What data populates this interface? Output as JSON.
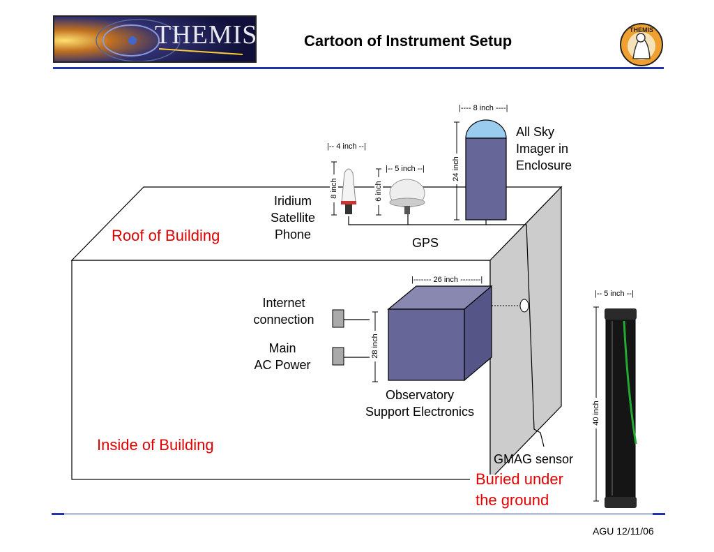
{
  "header": {
    "logo_text": "THEMIS",
    "title": "Cartoon of Instrument Setup",
    "emblem_text": "THEMIS"
  },
  "labels": {
    "roof": "Roof of Building",
    "inside": "Inside of Building",
    "iridium": [
      "Iridium",
      "Satellite",
      "Phone"
    ],
    "gps": "GPS",
    "asi": [
      "All Sky",
      "Imager in",
      "Enclosure"
    ],
    "internet": [
      "Internet",
      "connection"
    ],
    "power": [
      "Main",
      "AC Power"
    ],
    "ose": [
      "Observatory",
      "Support Electronics"
    ],
    "gmag": "GMAG sensor",
    "buried": [
      "Buried under",
      "the ground"
    ]
  },
  "dimensions": {
    "asi_width": "|---- 8 inch ----|",
    "asi_height": "24 inch",
    "iridium_width": "|-- 4 inch --|",
    "iridium_height": "8 inch",
    "gps_width": "|-- 5 inch --|",
    "gps_height": "6 inch",
    "ose_width": "|------- 26 inch --------|",
    "ose_height": "28 inch",
    "gmag_width": "|-- 5 inch --|",
    "gmag_height": "40 inch"
  },
  "footer": "AGU 12/11/06",
  "colors": {
    "accent": "#2233aa",
    "box": "#666699",
    "box_top": "#8888b0",
    "dome": "#99ccee",
    "wall": "#cccccc",
    "red_label": "#e00000"
  }
}
